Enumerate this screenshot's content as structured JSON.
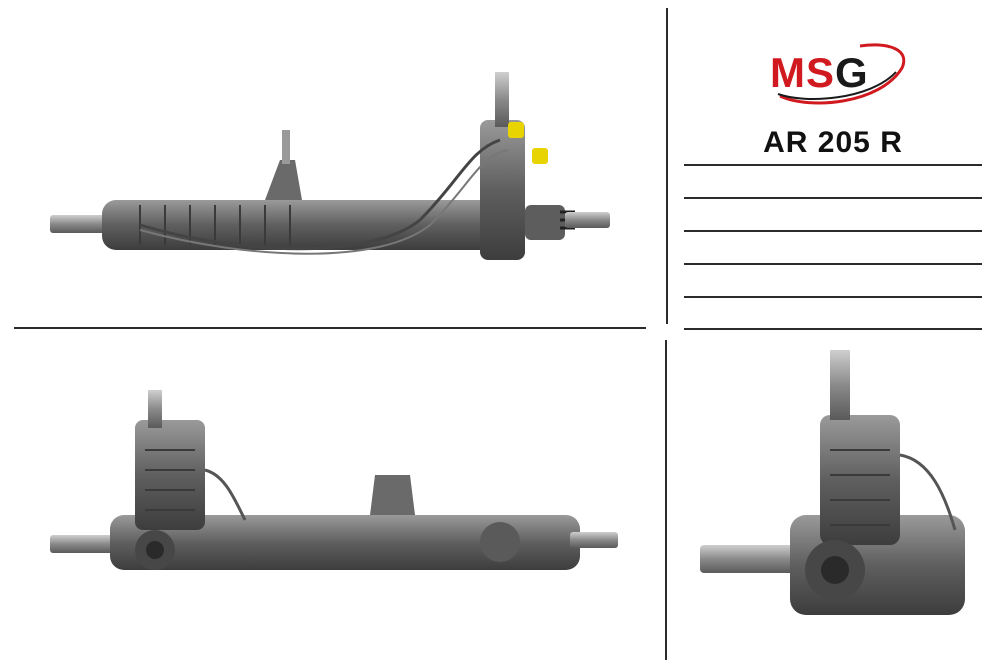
{
  "brand": {
    "logo_text": "MSG",
    "colors": {
      "red": "#d11a1f",
      "dark": "#1a1a1a"
    }
  },
  "part": {
    "number": "AR 205 R"
  },
  "images": [
    {
      "name": "steering-rack-top-view"
    },
    {
      "name": "steering-rack-front-view"
    },
    {
      "name": "steering-rack-detail-view"
    }
  ]
}
